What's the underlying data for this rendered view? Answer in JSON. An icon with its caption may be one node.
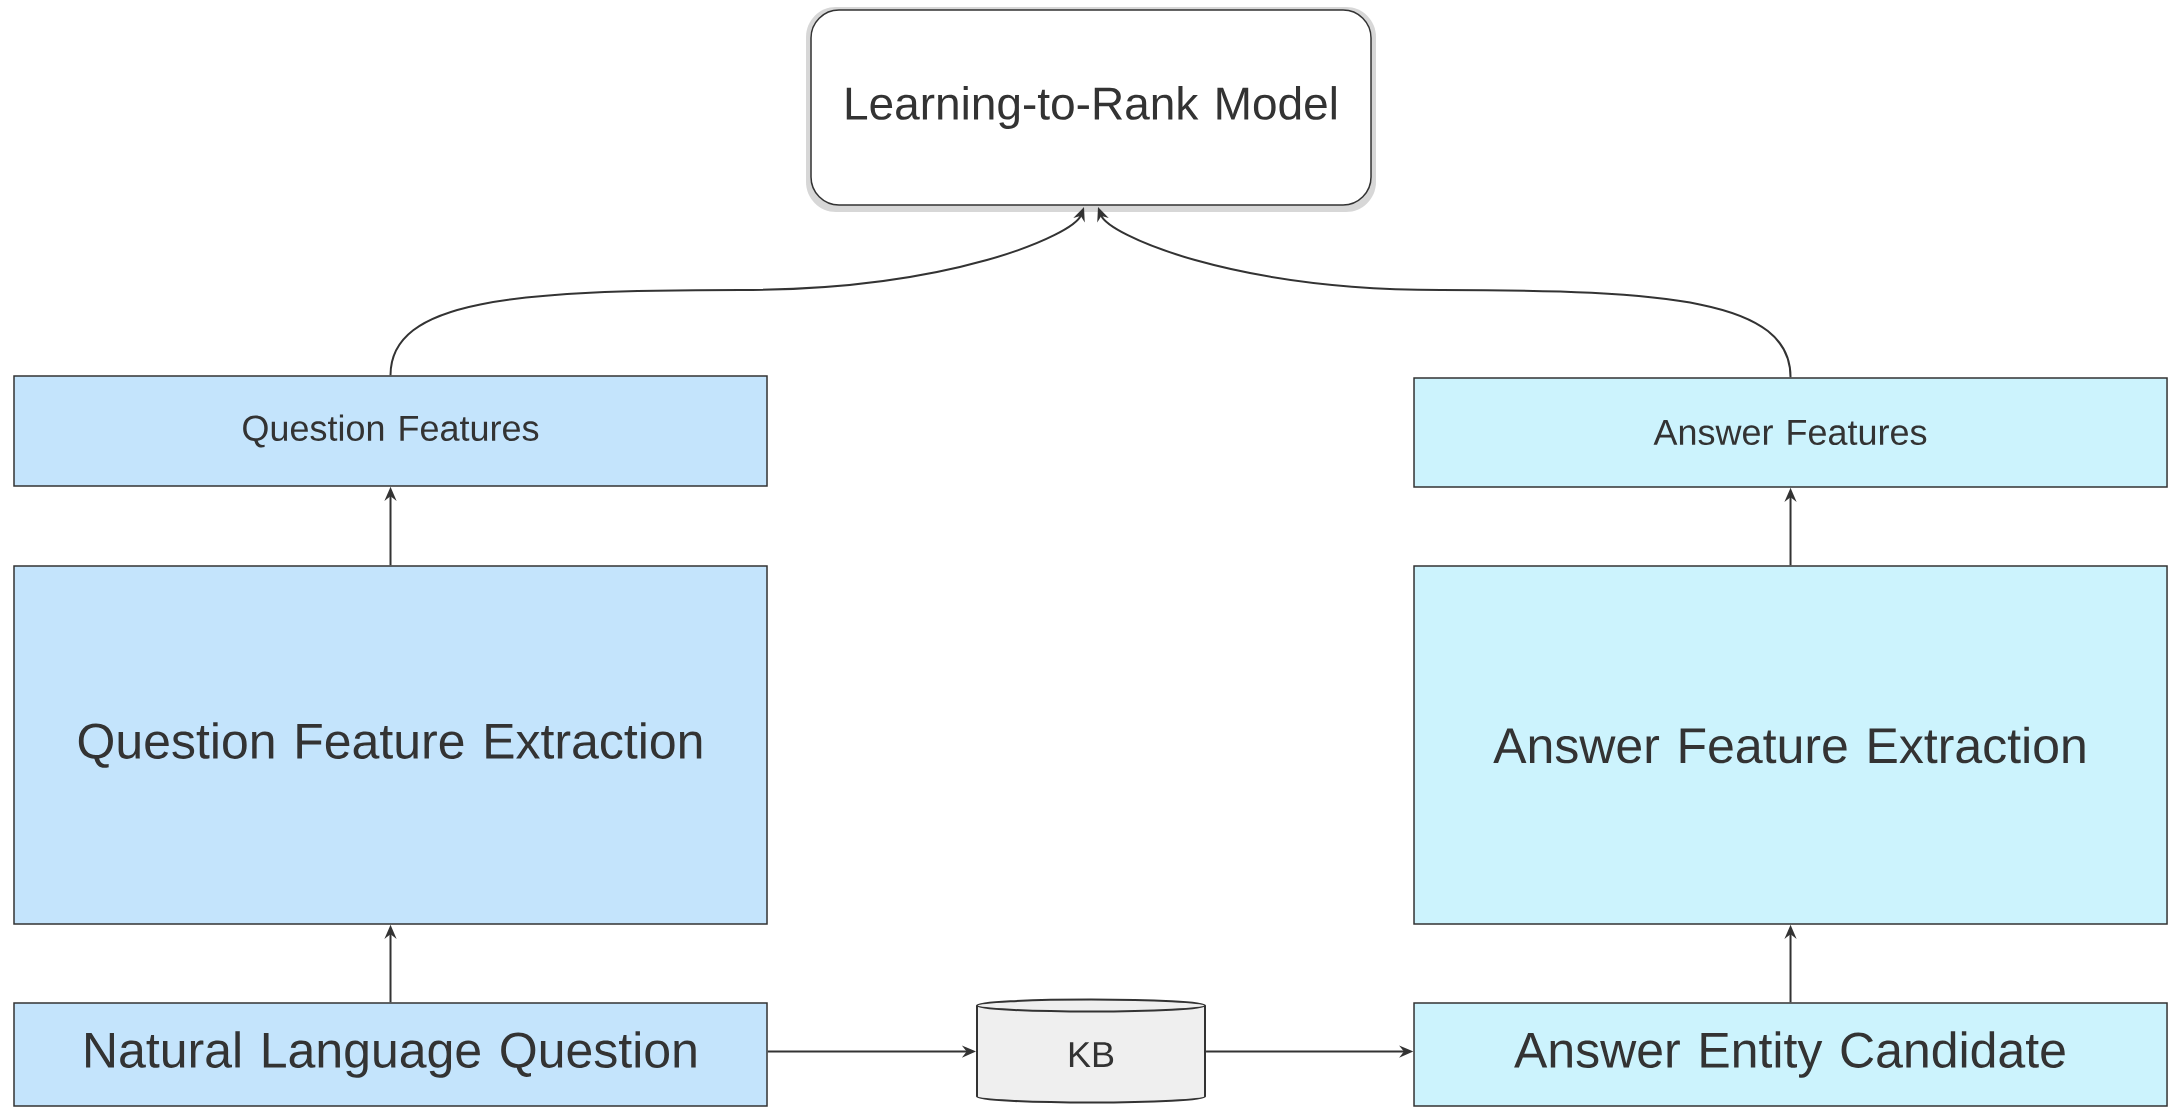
{
  "diagram": {
    "nodes": [
      {
        "text": [
          "Learning-to-Rank Model"
        ]
      },
      {
        "text": [
          "Question Features"
        ]
      },
      {
        "text": [
          "Answer Features"
        ]
      },
      {
        "text": [
          "Question Feature Extraction"
        ]
      },
      {
        "text": [
          "Answer Feature Extraction"
        ]
      },
      {
        "text": [
          "Natural Language Question"
        ]
      },
      {
        "text": [
          "KB"
        ]
      },
      {
        "text": [
          "Answer Entity Candidate"
        ]
      }
    ],
    "edges": [
      {
        "from": 1,
        "to": 0,
        "arrow": "to"
      },
      {
        "from": 2,
        "to": 0,
        "arrow": "to"
      },
      {
        "from": 3,
        "to": 1,
        "arrow": "to"
      },
      {
        "from": 4,
        "to": 2,
        "arrow": "to"
      },
      {
        "from": 5,
        "to": 3,
        "arrow": "to"
      },
      {
        "from": 7,
        "to": 4,
        "arrow": "to"
      },
      {
        "from": 5,
        "to": 6,
        "arrow": "to"
      },
      {
        "from": 6,
        "to": 7,
        "arrow": "to"
      }
    ]
  }
}
